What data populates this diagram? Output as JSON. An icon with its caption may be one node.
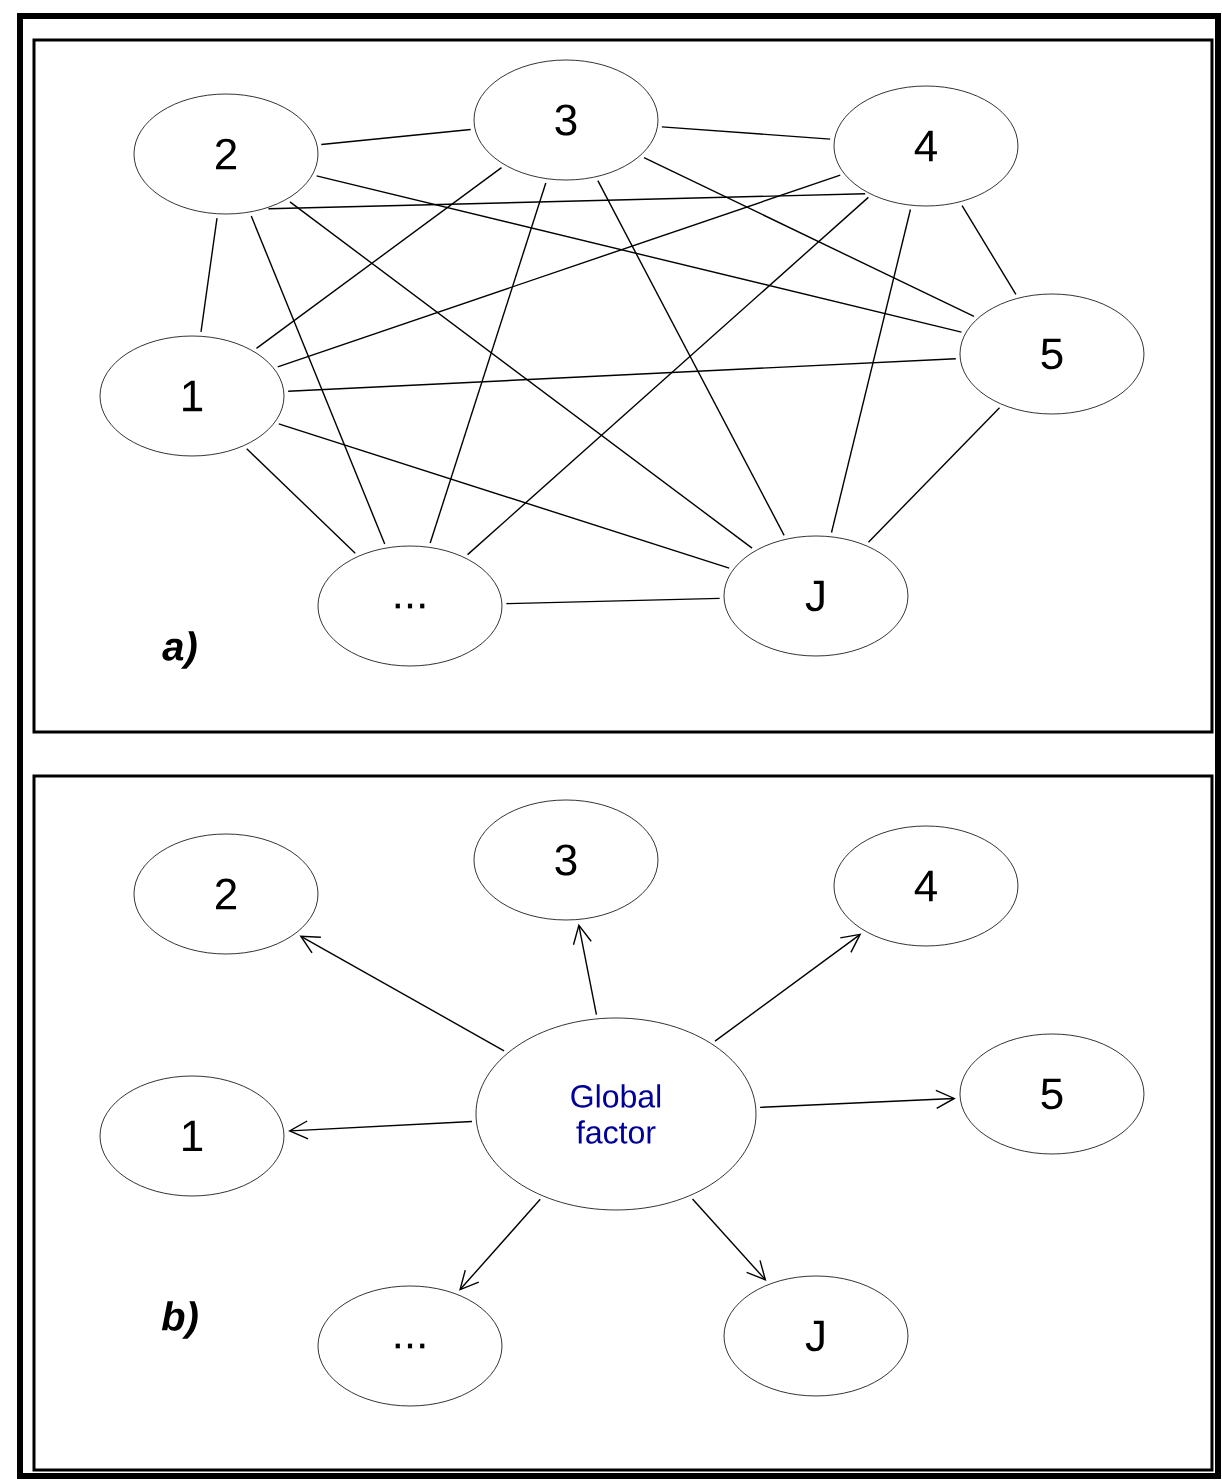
{
  "diagram": {
    "nodes": [
      {
        "text": [
          "a)"
        ]
      },
      {
        "text": [
          "2"
        ],
        "in": 0
      },
      {
        "text": [
          "3"
        ],
        "in": 0
      },
      {
        "text": [
          "4"
        ],
        "in": 0
      },
      {
        "text": [
          "1"
        ],
        "in": 0
      },
      {
        "text": [
          "5"
        ],
        "in": 0
      },
      {
        "text": [
          "..."
        ],
        "in": 0
      },
      {
        "text": [
          "J"
        ],
        "in": 0
      },
      {
        "text": [
          "b)"
        ]
      },
      {
        "text": [
          "2"
        ],
        "in": 8
      },
      {
        "text": [
          "3"
        ],
        "in": 8
      },
      {
        "text": [
          "4"
        ],
        "in": 8
      },
      {
        "text": [
          "1"
        ],
        "in": 8
      },
      {
        "text": [
          "Global factor"
        ],
        "in": 8
      },
      {
        "text": [
          "5"
        ],
        "in": 8
      },
      {
        "text": [
          "..."
        ],
        "in": 8
      },
      {
        "text": [
          "J"
        ],
        "in": 8
      }
    ],
    "edges": [
      {
        "from": 1,
        "to": 4,
        "arrow": "none"
      },
      {
        "from": 1,
        "to": 2,
        "arrow": "none"
      },
      {
        "from": 1,
        "to": 3,
        "arrow": "none"
      },
      {
        "from": 1,
        "to": 5,
        "arrow": "none"
      },
      {
        "from": 1,
        "to": 6,
        "arrow": "none"
      },
      {
        "from": 1,
        "to": 7,
        "arrow": "none"
      },
      {
        "from": 4,
        "to": 2,
        "arrow": "none"
      },
      {
        "from": 4,
        "to": 3,
        "arrow": "none"
      },
      {
        "from": 4,
        "to": 5,
        "arrow": "none"
      },
      {
        "from": 4,
        "to": 6,
        "arrow": "none"
      },
      {
        "from": 4,
        "to": 7,
        "arrow": "none"
      },
      {
        "from": 2,
        "to": 3,
        "arrow": "none"
      },
      {
        "from": 2,
        "to": 5,
        "arrow": "none"
      },
      {
        "from": 2,
        "to": 6,
        "arrow": "none"
      },
      {
        "from": 2,
        "to": 7,
        "arrow": "none"
      },
      {
        "from": 3,
        "to": 5,
        "arrow": "none"
      },
      {
        "from": 3,
        "to": 6,
        "arrow": "none"
      },
      {
        "from": 3,
        "to": 7,
        "arrow": "none"
      },
      {
        "from": 5,
        "to": 7,
        "arrow": "none"
      },
      {
        "from": 6,
        "to": 7,
        "arrow": "none"
      },
      {
        "from": 13,
        "to": 9,
        "arrow": "to"
      },
      {
        "from": 13,
        "to": 10,
        "arrow": "to"
      },
      {
        "from": 13,
        "to": 11,
        "arrow": "to"
      },
      {
        "from": 13,
        "to": 12,
        "arrow": "to"
      },
      {
        "from": 13,
        "to": 14,
        "arrow": "to"
      },
      {
        "from": 13,
        "to": 15,
        "arrow": "to"
      },
      {
        "from": 13,
        "to": 16,
        "arrow": "to"
      }
    ]
  }
}
